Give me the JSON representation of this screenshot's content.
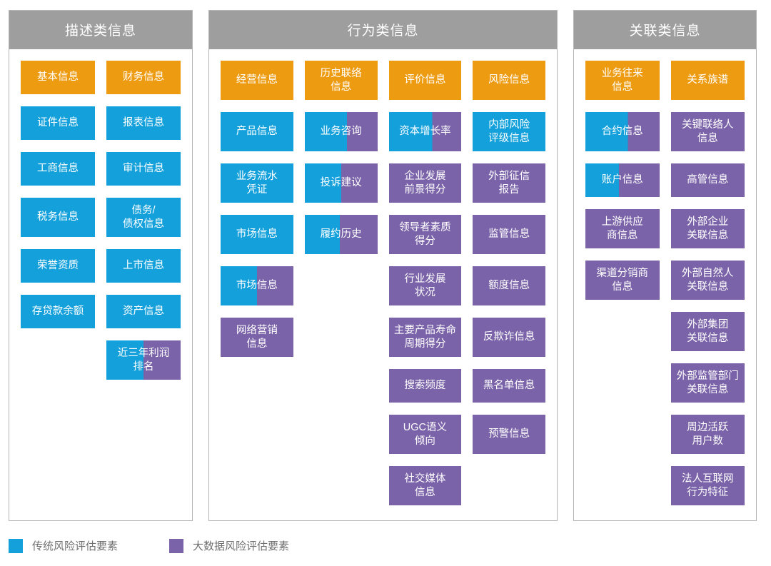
{
  "colors": {
    "orange": "#ED9B11",
    "blue": "#13A0DB",
    "purple": "#7A63A8",
    "header_gray": "#9E9E9E",
    "border_gray": "#B5B5B5",
    "legend_text": "#6F6F6F"
  },
  "legend": {
    "items": [
      {
        "swatch_color": "#13A0DB",
        "label": "传统风险评估要素"
      },
      {
        "swatch_color": "#7A63A8",
        "label": "大数据风险评估要素"
      }
    ]
  },
  "columns": [
    {
      "id": "descriptive",
      "header": "描述类信息",
      "grid": 2,
      "cells": [
        {
          "label": "基本信息",
          "fill": "orange"
        },
        {
          "label": "财务信息",
          "fill": "orange"
        },
        {
          "label": "证件信息",
          "fill": "blue"
        },
        {
          "label": "报表信息",
          "fill": "blue"
        },
        {
          "label": "工商信息",
          "fill": "blue"
        },
        {
          "label": "审计信息",
          "fill": "blue"
        },
        {
          "label": "税务信息",
          "fill": "blue"
        },
        {
          "label": "债务/\n债权信息",
          "fill": "blue"
        },
        {
          "label": "荣誉资质",
          "fill": "blue"
        },
        {
          "label": "上市信息",
          "fill": "blue"
        },
        {
          "label": "存贷款余额",
          "fill": "blue"
        },
        {
          "label": "资产信息",
          "fill": "blue"
        },
        {
          "label": "",
          "fill": "empty"
        },
        {
          "label": "近三年利润\n排名",
          "fill": "split",
          "blue_pct": 50
        }
      ]
    },
    {
      "id": "behavior",
      "header": "行为类信息",
      "grid": 4,
      "cells": [
        {
          "label": "经营信息",
          "fill": "orange"
        },
        {
          "label": "历史联络\n信息",
          "fill": "orange"
        },
        {
          "label": "评价信息",
          "fill": "orange"
        },
        {
          "label": "风险信息",
          "fill": "orange"
        },
        {
          "label": "产品信息",
          "fill": "blue"
        },
        {
          "label": "业务咨询",
          "fill": "split",
          "blue_pct": 58
        },
        {
          "label": "资本增长率",
          "fill": "split",
          "blue_pct": 60
        },
        {
          "label": "内部风险\n评级信息",
          "fill": "blue"
        },
        {
          "label": "业务流水\n凭证",
          "fill": "blue"
        },
        {
          "label": "投诉建议",
          "fill": "split",
          "blue_pct": 50
        },
        {
          "label": "企业发展\n前景得分",
          "fill": "purple"
        },
        {
          "label": "外部征信\n报告",
          "fill": "purple"
        },
        {
          "label": "市场信息",
          "fill": "blue"
        },
        {
          "label": "履约历史",
          "fill": "split",
          "blue_pct": 48
        },
        {
          "label": "领导者素质\n得分",
          "fill": "purple"
        },
        {
          "label": "监管信息",
          "fill": "purple"
        },
        {
          "label": "市场信息",
          "fill": "split",
          "blue_pct": 50
        },
        {
          "label": "",
          "fill": "empty"
        },
        {
          "label": "行业发展\n状况",
          "fill": "purple"
        },
        {
          "label": "额度信息",
          "fill": "purple"
        },
        {
          "label": "网络营销\n信息",
          "fill": "purple"
        },
        {
          "label": "",
          "fill": "empty"
        },
        {
          "label": "主要产品寿命\n周期得分",
          "fill": "purple"
        },
        {
          "label": "反欺诈信息",
          "fill": "purple"
        },
        {
          "label": "",
          "fill": "empty"
        },
        {
          "label": "",
          "fill": "empty"
        },
        {
          "label": "搜索频度",
          "fill": "purple"
        },
        {
          "label": "黑名单信息",
          "fill": "purple"
        },
        {
          "label": "",
          "fill": "empty"
        },
        {
          "label": "",
          "fill": "empty"
        },
        {
          "label": "UGC语义\n倾向",
          "fill": "purple"
        },
        {
          "label": "预警信息",
          "fill": "purple"
        },
        {
          "label": "",
          "fill": "empty"
        },
        {
          "label": "",
          "fill": "empty"
        },
        {
          "label": "社交媒体\n信息",
          "fill": "purple"
        },
        {
          "label": "",
          "fill": "empty"
        }
      ]
    },
    {
      "id": "relation",
      "header": "关联类信息",
      "grid": 2,
      "cells": [
        {
          "label": "业务往来\n信息",
          "fill": "orange"
        },
        {
          "label": "关系族谱",
          "fill": "orange"
        },
        {
          "label": "合约信息",
          "fill": "split",
          "blue_pct": 57
        },
        {
          "label": "关键联络人\n信息",
          "fill": "purple"
        },
        {
          "label": "账户信息",
          "fill": "split",
          "blue_pct": 45
        },
        {
          "label": "高管信息",
          "fill": "purple"
        },
        {
          "label": "上游供应\n商信息",
          "fill": "purple"
        },
        {
          "label": "外部企业\n关联信息",
          "fill": "purple"
        },
        {
          "label": "渠道分销商\n信息",
          "fill": "purple"
        },
        {
          "label": "外部自然人\n关联信息",
          "fill": "purple"
        },
        {
          "label": "",
          "fill": "empty"
        },
        {
          "label": "外部集团\n关联信息",
          "fill": "purple"
        },
        {
          "label": "",
          "fill": "empty"
        },
        {
          "label": "外部监管部门\n关联信息",
          "fill": "purple"
        },
        {
          "label": "",
          "fill": "empty"
        },
        {
          "label": "周边活跃\n用户数",
          "fill": "purple"
        },
        {
          "label": "",
          "fill": "empty"
        },
        {
          "label": "法人互联网\n行为特征",
          "fill": "purple"
        }
      ]
    }
  ]
}
